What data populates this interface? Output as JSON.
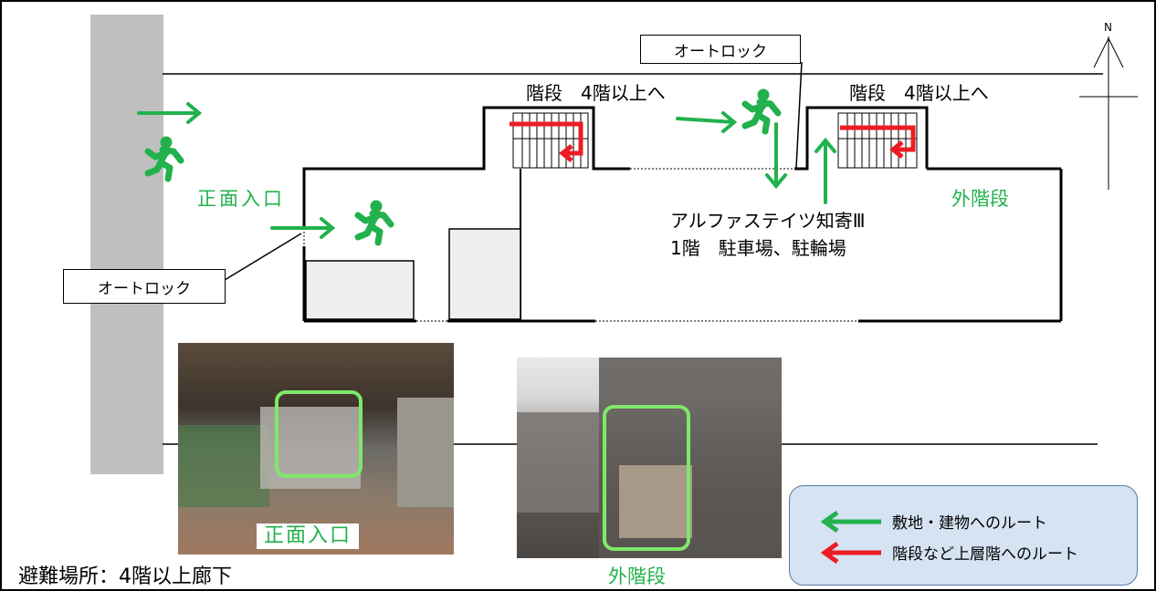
{
  "compass": {
    "north": "N"
  },
  "building_name": "アルファステイツ知寄Ⅲ",
  "building_floor": "1階　駐車場、駐輪場",
  "stairs_label_left": "階段　4階以上へ",
  "stairs_label_right": "階段　4階以上へ",
  "autolock_top": "オートロック",
  "autolock_left": "オートロック",
  "front_entrance": "正面入口",
  "outer_stairs": "外階段",
  "photo_front_caption": "正面入口",
  "photo_outer_caption": "外階段",
  "evacuation": "避難場所：4階以上廊下",
  "legend": {
    "green_label": "敷地・建物へのルート",
    "red_label": "階段など上層階へのルート"
  },
  "colors": {
    "route_green": "#22b14c",
    "route_red": "#ed1c24",
    "wall_gray": "#bfbfbf",
    "legend_bg": "#d5e3f2"
  },
  "icons": [
    "running-person-icon",
    "north-arrow-icon",
    "route-arrow-icon"
  ]
}
